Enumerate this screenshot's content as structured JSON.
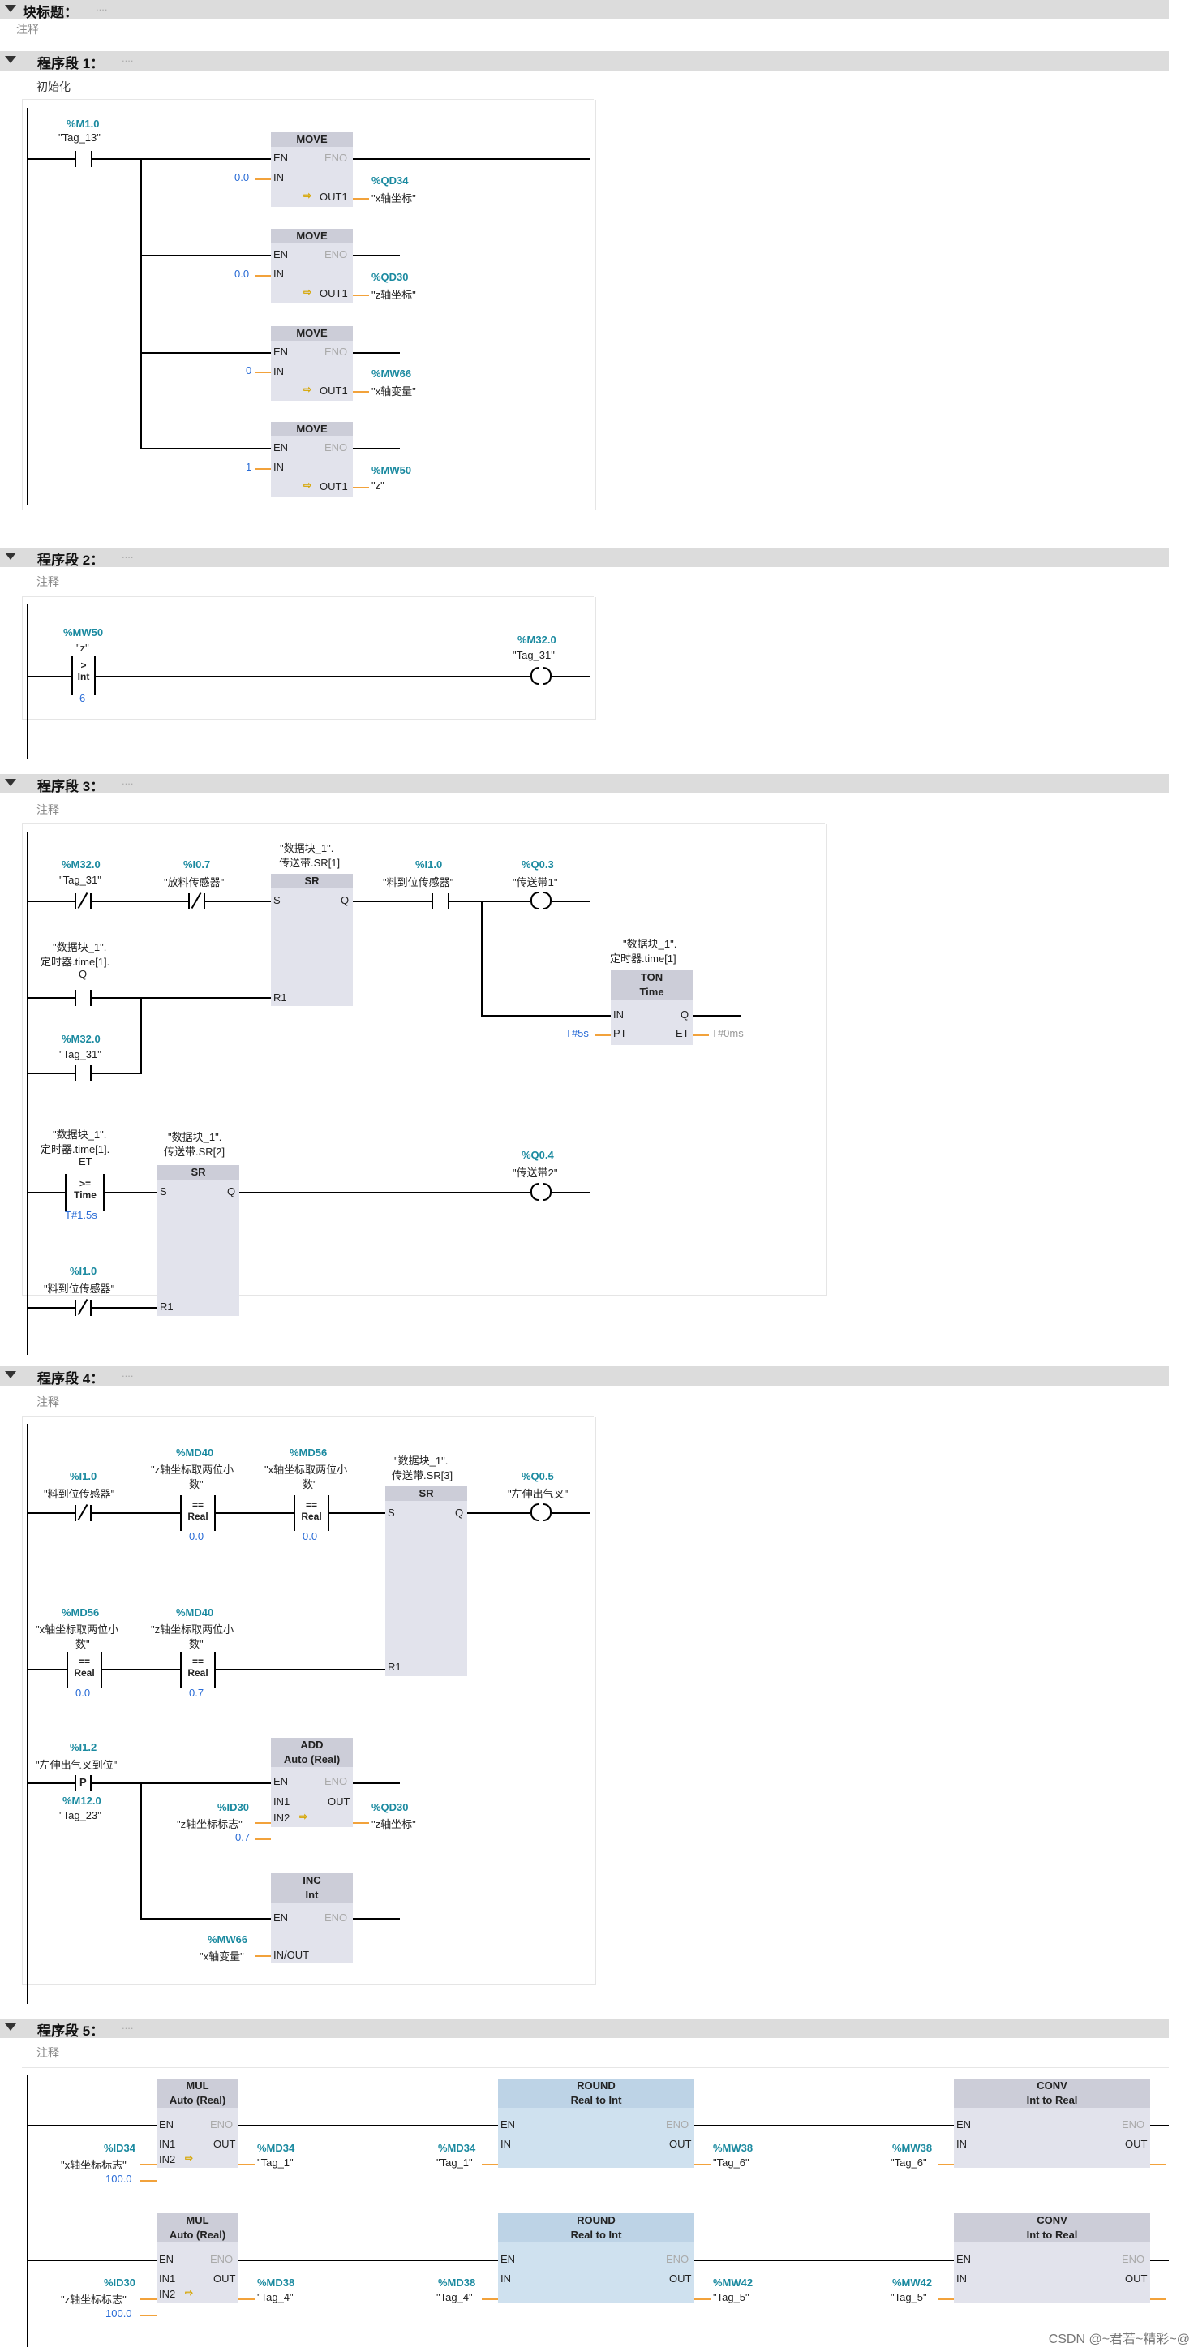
{
  "block_title": {
    "label": "块标题：",
    "dots": "....",
    "comment": "注释"
  },
  "networks": [
    {
      "label": "程序段 1：",
      "dots": "....",
      "comment": "初始化"
    },
    {
      "label": "程序段 2：",
      "dots": "....",
      "comment": "注释"
    },
    {
      "label": "程序段 3：",
      "dots": "....",
      "comment": "注释"
    },
    {
      "label": "程序段 4：",
      "dots": "....",
      "comment": "注释"
    },
    {
      "label": "程序段 5：",
      "dots": "....",
      "comment": "注释"
    }
  ],
  "n1": {
    "contact": {
      "addr": "%M1.0",
      "tag": "\"Tag_13\""
    },
    "moves": [
      {
        "title": "MOVE",
        "in": "0.0",
        "addr": "%QD34",
        "tag": "\"x轴坐标\""
      },
      {
        "title": "MOVE",
        "in": "0.0",
        "addr": "%QD30",
        "tag": "\"z轴坐标\""
      },
      {
        "title": "MOVE",
        "in": "0",
        "addr": "%MW66",
        "tag": "\"x轴变量\""
      },
      {
        "title": "MOVE",
        "in": "1",
        "addr": "%MW50",
        "tag": "\"z\""
      }
    ]
  },
  "n2": {
    "cmp": {
      "addr": "%MW50",
      "tag": "\"z\"",
      "op": ">",
      "type": "Int",
      "val": "6"
    },
    "coil": {
      "addr": "%M32.0",
      "tag": "\"Tag_31\""
    }
  },
  "n3": {
    "c1": {
      "addr": "%M32.0",
      "tag": "\"Tag_31\""
    },
    "c2": {
      "addr": "%I0.7",
      "tag": "\"放料传感器\""
    },
    "sr1": {
      "name1": "\"数据块_1\".",
      "name2": "传送带.SR[1]",
      "title": "SR"
    },
    "c3": {
      "addr": "%I1.0",
      "tag": "\"料到位传感器\""
    },
    "coil1": {
      "addr": "%Q0.3",
      "tag": "\"传送带1\""
    },
    "r1": {
      "l1": "\"数据块_1\".",
      "l2": "定时器.time[1].",
      "l3": "Q"
    },
    "r2": {
      "addr": "%M32.0",
      "tag": "\"Tag_31\""
    },
    "ton": {
      "name1": "\"数据块_1\".",
      "name2": "定时器.time[1]",
      "title": "TON",
      "sub": "Time",
      "pt": "T#5s",
      "et": "T#0ms"
    },
    "cmp": {
      "l1": "\"数据块_1\".",
      "l2": "定时器.time[1].",
      "l3": "ET",
      "op": ">=",
      "type": "Time",
      "val": "T#1.5s"
    },
    "sr2": {
      "name1": "\"数据块_1\".",
      "name2": "传送带.SR[2]",
      "title": "SR"
    },
    "coil2": {
      "addr": "%Q0.4",
      "tag": "\"传送带2\""
    },
    "r3": {
      "addr": "%I1.0",
      "tag": "\"料到位传感器\""
    }
  },
  "n4": {
    "c1": {
      "addr": "%I1.0",
      "tag": "\"料到位传感器\""
    },
    "cmp1": {
      "addr": "%MD40",
      "tag1": "\"z轴坐标取两位小",
      "tag2": "数\"",
      "op": "==",
      "type": "Real",
      "val": "0.0"
    },
    "cmp2": {
      "addr": "%MD56",
      "tag1": "\"x轴坐标取两位小",
      "tag2": "数\"",
      "op": "==",
      "type": "Real",
      "val": "0.0"
    },
    "sr": {
      "name1": "\"数据块_1\".",
      "name2": "传送带.SR[3]",
      "title": "SR"
    },
    "coil": {
      "addr": "%Q0.5",
      "tag": "\"左伸出气叉\""
    },
    "cmp3": {
      "addr": "%MD56",
      "tag1": "\"x轴坐标取两位小",
      "tag2": "数\"",
      "op": "==",
      "type": "Real",
      "val": "0.0"
    },
    "cmp4": {
      "addr": "%MD40",
      "tag1": "\"z轴坐标取两位小",
      "tag2": "数\"",
      "op": "==",
      "type": "Real",
      "val": "0.7"
    },
    "p": {
      "addr": "%I1.2",
      "tag": "\"左伸出气叉到位\"",
      "addr2": "%M12.0",
      "tag2": "\"Tag_23\""
    },
    "add": {
      "title": "ADD",
      "sub": "Auto (Real)",
      "in1addr": "%ID30",
      "in1tag": "\"z轴坐标标志\"",
      "in2": "0.7",
      "outaddr": "%QD30",
      "outtag": "\"z轴坐标\""
    },
    "inc": {
      "title": "INC",
      "sub": "Int",
      "addr": "%MW66",
      "tag": "\"x轴变量\""
    }
  },
  "n5": {
    "rows": [
      {
        "mul": {
          "title": "MUL",
          "sub": "Auto (Real)",
          "in1addr": "%ID34",
          "in1tag": "\"x轴坐标标志\"",
          "in2": "100.0",
          "outaddr": "%MD34",
          "outtag": "\"Tag_1\""
        },
        "round": {
          "title": "ROUND",
          "sub": "Real  to  Int",
          "inaddr": "%MD34",
          "intag": "\"Tag_1\"",
          "outaddr": "%MW38",
          "outtag": "\"Tag_6\""
        },
        "conv": {
          "title": "CONV",
          "sub": "Int  to  Real",
          "inaddr": "%MW38",
          "intag": "\"Tag_6\""
        }
      },
      {
        "mul": {
          "title": "MUL",
          "sub": "Auto (Real)",
          "in1addr": "%ID30",
          "in1tag": "\"z轴坐标标志\"",
          "in2": "100.0",
          "outaddr": "%MD38",
          "outtag": "\"Tag_4\""
        },
        "round": {
          "title": "ROUND",
          "sub": "Real  to  Int",
          "inaddr": "%MD38",
          "intag": "\"Tag_4\"",
          "outaddr": "%MW42",
          "outtag": "\"Tag_5\""
        },
        "conv": {
          "title": "CONV",
          "sub": "Int  to  Real",
          "inaddr": "%MW42",
          "intag": "\"Tag_5\""
        }
      }
    ]
  },
  "pins": {
    "en": "EN",
    "eno": "ENO",
    "in": "IN",
    "out1": "OUT1",
    "s": "S",
    "q": "Q",
    "r1": "R1",
    "pt": "PT",
    "et": "ET",
    "in1": "IN1",
    "in2": "IN2",
    "out": "OUT",
    "inout": "IN/OUT",
    "p": "P"
  },
  "footer": "CSDN @~君若~精彩~@"
}
